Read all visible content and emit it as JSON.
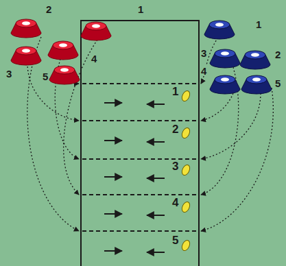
{
  "diagram": {
    "labels": [
      "2",
      "1",
      "4",
      "3",
      "5",
      "1",
      "3",
      "2",
      "4",
      "5",
      "1",
      "2",
      "3",
      "4",
      "5"
    ]
  }
}
